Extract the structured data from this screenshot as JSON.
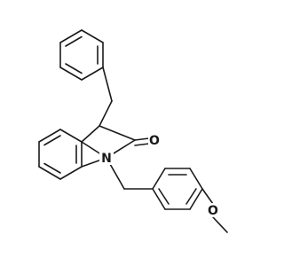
{
  "molecule": {
    "atoms": {
      "oxygen_carbonyl": "O",
      "nitrogen": "N",
      "oxygen_methoxy": "O"
    },
    "colors": {
      "bond": "#1a1a1a",
      "label": "#1a1a1a",
      "background": "#ffffff"
    }
  }
}
